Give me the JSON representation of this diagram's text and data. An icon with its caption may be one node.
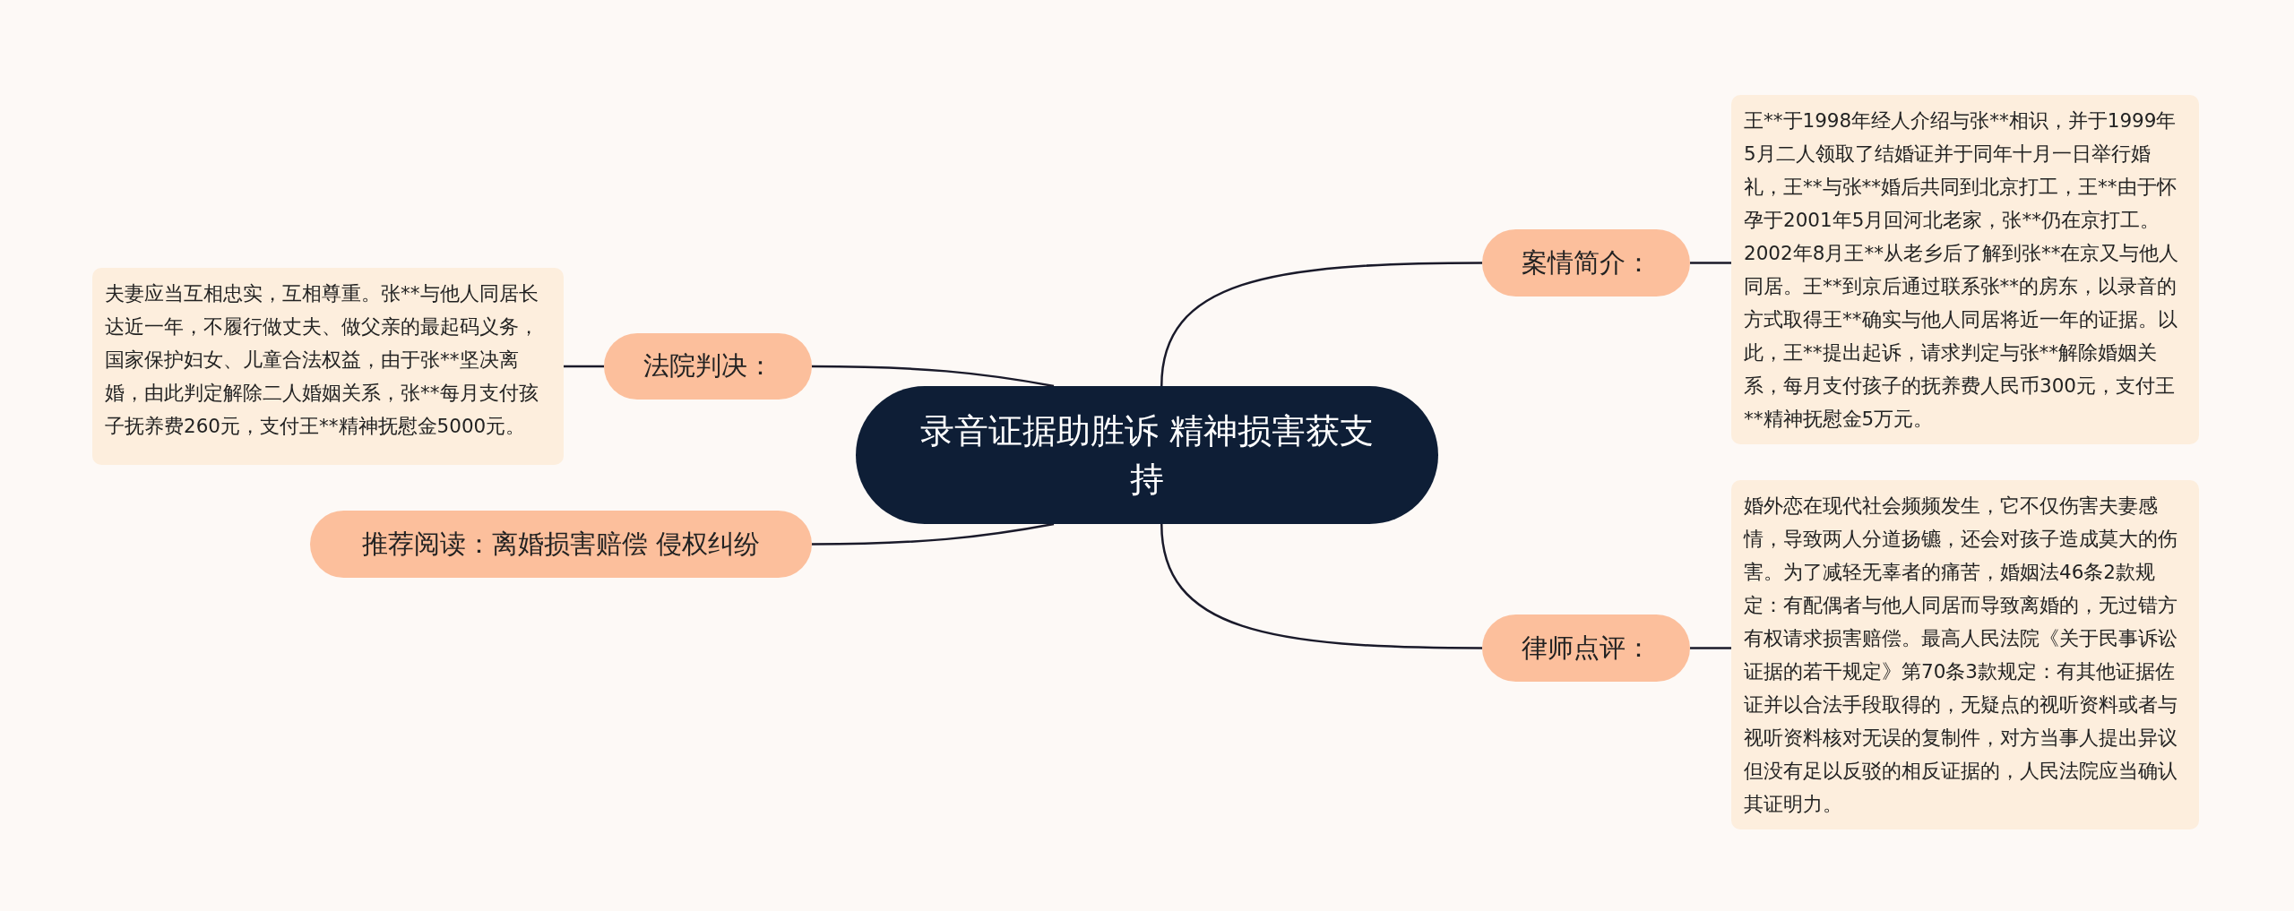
{
  "diagram": {
    "nodes": [
      {
        "text": [
          "录音证据助胜诉 精神损害获支持"
        ]
      },
      {
        "text": [
          "案情简介："
        ]
      },
      {
        "text": [
          "王**于1998年经人介绍与张**相识，并于1999年5月二人领取了结婚证并于同年十月一日举行婚礼，王**与张**婚后共同到北京打工，王**由于怀孕于2001年5月回河北老家，张**仍在京打工。2002年8月王**从老乡后了解到张**在京又与他人同居。王**到京后通过联系张**的房东，以录音的方式取得王**确实与他人同居将近一年的证据。以此，王**提出起诉，请求判定与张**解除婚姻关系，每月支付孩子的抚养费人民币300元，支付王**精神抚慰金5万元。"
        ]
      },
      {
        "text": [
          "律师点评："
        ]
      },
      {
        "text": [
          "婚外恋在现代社会频频发生，它不仅伤害夫妻感情，导致两人分道扬镳，还会对孩子造成莫大的伤害。为了减轻无辜者的痛苦，婚姻法46条2款规定：有配偶者与他人同居而导致离婚的，无过错方有权请求损害赔偿。最高人民法院《关于民事诉讼证据的若干规定》第70条3款规定：有其他证据佐证并以合法手段取得的，无疑点的视听资料或者与视听资料核对无误的复制件，对方当事人提出异议但没有足以反驳的相反证据的，人民法院应当确认其证明力。"
        ]
      },
      {
        "text": [
          "法院判决："
        ]
      },
      {
        "text": [
          "夫妻应当互相忠实，互相尊重。张**与他人同居长达近一年，不履行做丈夫、做父亲的最起码义务，国家保护妇女、儿童合法权益，由于张**坚决离婚，由此判定解除二人婚姻关系，张**每月支付孩子抚养费260元，支付王**精神抚慰金5000元。"
        ]
      },
      {
        "text": [
          "推荐阅读：离婚损害赔偿 侵权纠纷"
        ]
      }
    ],
    "edges": [
      {
        "from": 0,
        "to": 1,
        "arrow": "none"
      },
      {
        "from": 1,
        "to": 2,
        "arrow": "none"
      },
      {
        "from": 0,
        "to": 3,
        "arrow": "none"
      },
      {
        "from": 3,
        "to": 4,
        "arrow": "none"
      },
      {
        "from": 0,
        "to": 5,
        "arrow": "none"
      },
      {
        "from": 5,
        "to": 6,
        "arrow": "none"
      },
      {
        "from": 0,
        "to": 7,
        "arrow": "none"
      }
    ]
  }
}
